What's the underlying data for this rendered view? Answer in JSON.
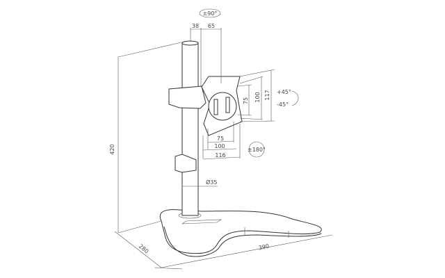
{
  "title": "Monitor desk stand technical drawing",
  "dimensions": {
    "rotate_pan": "±90°",
    "offset_pole": "38",
    "offset_arm": "65",
    "tilt_up": "+45°",
    "tilt_down": "-45°",
    "vesa_v_small": "75",
    "vesa_v_large": "100",
    "plate_height": "117",
    "vesa_h_small": "75",
    "vesa_h_large": "100",
    "plate_width": "116",
    "rotate_portrait": "±180°",
    "pole_diameter": "Ø35",
    "height": "420",
    "base_depth": "280",
    "base_width": "390"
  }
}
